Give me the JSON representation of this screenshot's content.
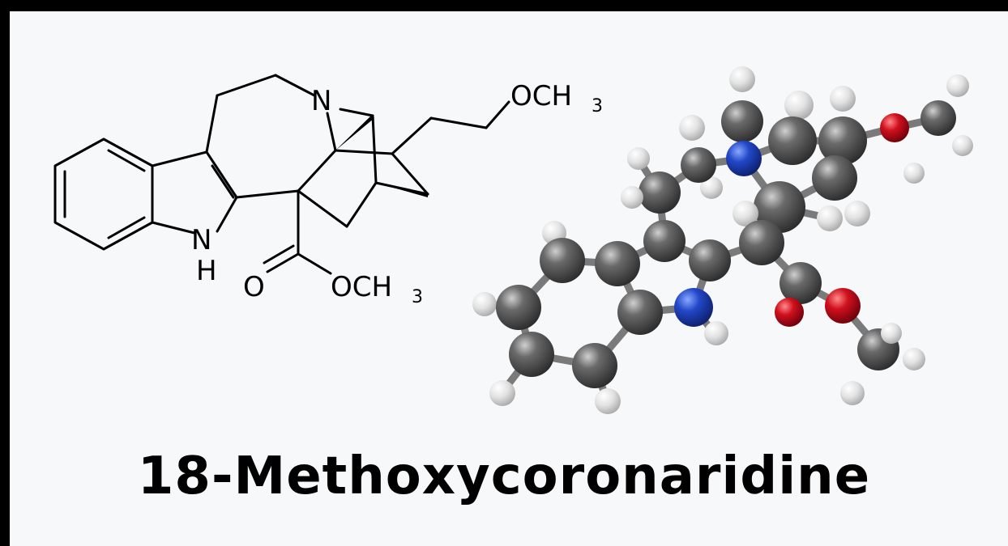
{
  "title": "18-Methoxycoronaridine",
  "structure_labels": {
    "nitrogen": "N",
    "indole_nh_n": "N",
    "indole_nh_h": "H",
    "carbonyl_o": "O",
    "ester_group": "OCH",
    "ester_sub": "3",
    "methoxy_group": "OCH",
    "methoxy_sub": "3"
  },
  "colors": {
    "carbon": "#555555",
    "hydrogen": "#e0e0e0",
    "nitrogen": "#1f3fbf",
    "oxygen": "#c8102e",
    "background": "#f7f8fa",
    "border": "#000000"
  }
}
